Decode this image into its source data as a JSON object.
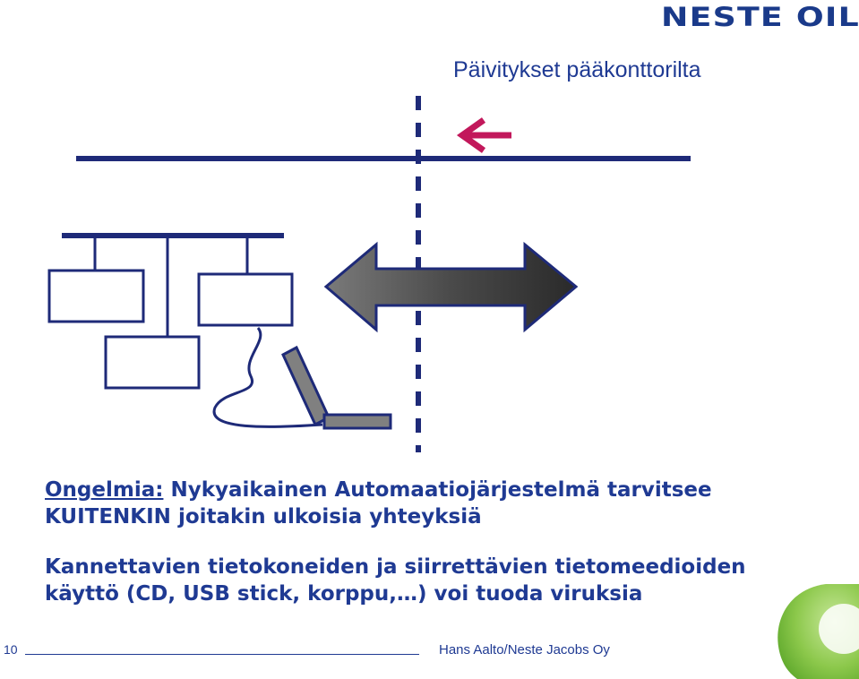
{
  "header": {
    "logo_text": "NESTE OIL",
    "subtitle": "Päivitykset pääkonttorilta"
  },
  "body": {
    "problem_label": "Ongelmia:",
    "problem_line1_rest": " Nykyaikainen Automaatiojärjestelmä tarvitsee",
    "problem_line2": "KUITENKIN joitakin ulkoisia yhteyksiä",
    "point2_line1": "Kannettavien tietokoneiden ja siirrettävien tietomeedioiden",
    "point2_line2": "käyttö (CD, USB stick, korppu,…) voi tuoda viruksia"
  },
  "footer": {
    "page_number": "10",
    "credit": "Hans Aalto/Neste Jacobs Oy"
  },
  "colors": {
    "primary_blue": "#1f3a93",
    "dark_navy": "#1e2a78",
    "arrow_magenta": "#c2185b",
    "accent_green": "#7ec242"
  },
  "icons": {
    "update_arrow": "left-arrow-icon",
    "two_way_arrow": "double-arrow-icon",
    "laptop": "laptop-icon"
  }
}
